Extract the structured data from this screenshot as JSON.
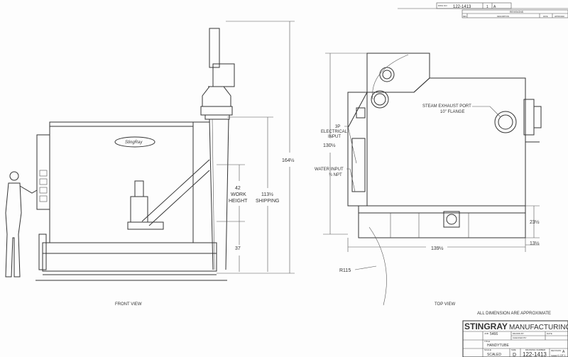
{
  "revision_block": {
    "drawing_no_label": "DWG NO",
    "drawing_no": "122-1413",
    "sheet": "1",
    "rev": "A",
    "title": "REVISIONS",
    "columns": [
      "REV",
      "DESCRIPTION",
      "DATE",
      "APPROVED"
    ]
  },
  "front_view": {
    "label": "FRONT VIEW",
    "logo": "StingRay",
    "dimensions": {
      "work_height_value": "42",
      "work_height_label1": "WORK",
      "work_height_label2": "HEIGHT",
      "lower_value": "37",
      "shipping_value": "113½",
      "shipping_label": "SHIPPING",
      "overall_value": "164½"
    }
  },
  "top_view": {
    "label": "TOP VIEW",
    "callouts": {
      "steam_port1": "STEAM EXHAUST PORT",
      "steam_port2": "10\" FLANGE",
      "electrical1": "3P",
      "electrical2": "ELECTRICAL",
      "electrical3": "INPUT",
      "water1": "WATER INPUT",
      "water2": "¾ NPT"
    },
    "dimensions": {
      "depth": "130½",
      "width": "139½",
      "tray": "23½",
      "offset": "13½",
      "radius": "R115"
    }
  },
  "note": "ALL DIMENSION ARE APPROXIMATE",
  "title_block": {
    "company_bold": "STINGRAY",
    "company_rest": "MANUFACTURING",
    "job_label": "JOB",
    "job_no": "5466",
    "drawn_by_label": "DRAWN BY",
    "checked_by_label": "CHECKED BY",
    "date_label": "DATE",
    "title_label": "TITLE",
    "title": "HANDYTUBE",
    "scale_label": "SCALE",
    "scale": "SCALED",
    "size_label": "SIZE",
    "size": "D",
    "drawing_number_label": "DRAWING NUMBER",
    "drawing_number": "122-1413",
    "revision_label": "REVISION",
    "revision": "A",
    "sheet_label": "SHEET",
    "sheet": "1 OF 1"
  }
}
